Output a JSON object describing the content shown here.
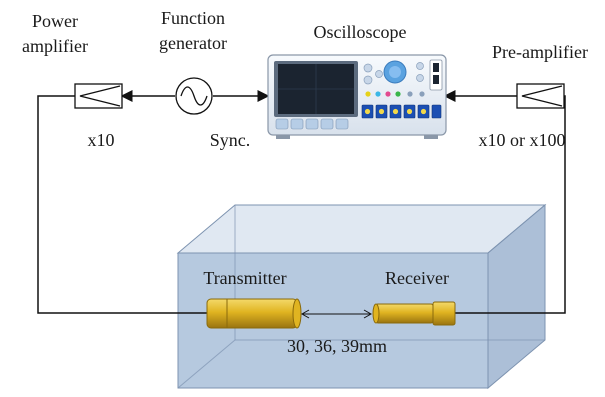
{
  "labels": {
    "power_amplifier_line1": "Power",
    "power_amplifier_line2": "amplifier",
    "function_generator_line1": "Function",
    "function_generator_line2": "generator",
    "oscilloscope": "Oscilloscope",
    "pre_amplifier": "Pre-amplifier",
    "gain_power": "x10",
    "sync": "Sync.",
    "gain_pre": "x10 or x100",
    "transmitter": "Transmitter",
    "receiver": "Receiver",
    "distance": "30, 36, 39mm"
  },
  "icons": {
    "power_amplifier": "amplifier-triangle-icon",
    "function_generator": "sine-wave-source-icon",
    "oscilloscope": "oscilloscope-icon",
    "pre_amplifier": "amplifier-triangle-icon"
  },
  "colors": {
    "tank_fill": "#a9bfd9",
    "tank_edge": "#6f86a6",
    "transducer": "#e0b421",
    "scope_body": "#e8eef5",
    "scope_screen": "#1b2430",
    "scope_button": "#1b4fb3",
    "scope_knob": "#5aa2e0"
  }
}
